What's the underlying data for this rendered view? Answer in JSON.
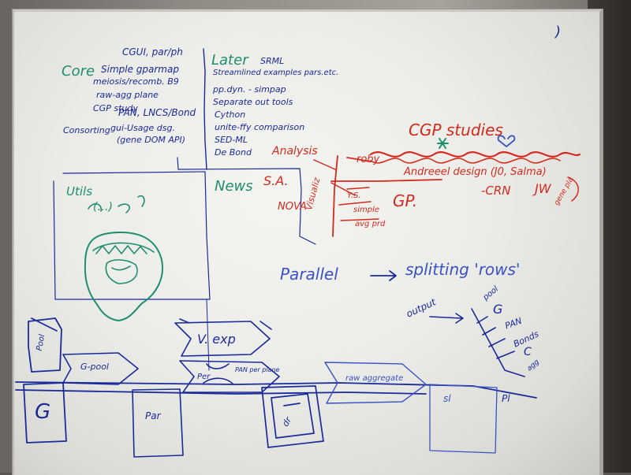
{
  "board": {
    "left_column": {
      "header_top": "CGUI, par/ph",
      "header": "Core",
      "items": [
        "Simple gparmap",
        "meiosis/recomb. B9",
        "raw-agg plane",
        "CGP study",
        "PAN, LNCS/Bond",
        "Consorting",
        "gui-Usage dsg.",
        "(gene DOM API)"
      ]
    },
    "right_column": {
      "header": "Later",
      "header_note": "SRML",
      "items": [
        "Streamlined examples pars.etc.",
        "pp.dyn. - simpap",
        "Separate out tools",
        "Cython",
        "unite-ffy comparison",
        "SED-ML",
        "De Bond"
      ]
    },
    "middle_labels": {
      "left": "Utils",
      "left_sub": "(…)",
      "right": "News"
    },
    "red_section": {
      "title": "CGP studies",
      "analysis": "Analysis",
      "row1": "roby",
      "row2": "Andreeel design (J0, Salma)",
      "sa": "S.A.",
      "nova": "NOVA",
      "visualize": "Visualiz",
      "crn": "-CRN",
      "jw": "JW",
      "gp": "GP.",
      "small1": "Y.S.",
      "small2": "simple",
      "small3": "avg prd",
      "side_note": "gene pla"
    },
    "parallel": {
      "left": "Parallel",
      "arrow": "→",
      "right": "splitting 'rows'"
    },
    "stack": {
      "lead": "output",
      "items": [
        "pool",
        "G",
        "PAN",
        "Bonds",
        "C",
        "agg"
      ]
    },
    "flow": {
      "box1": "Pool",
      "arrow1": "G-pool",
      "big_g": "G",
      "box2": "Par",
      "vexp": "V. exp",
      "per_a": "Per",
      "per_b": "PAN per plane",
      "raw": "raw aggregate",
      "pl": "Pl",
      "right_box": "sl",
      "dr": "dr"
    },
    "corner_mark": ")"
  }
}
